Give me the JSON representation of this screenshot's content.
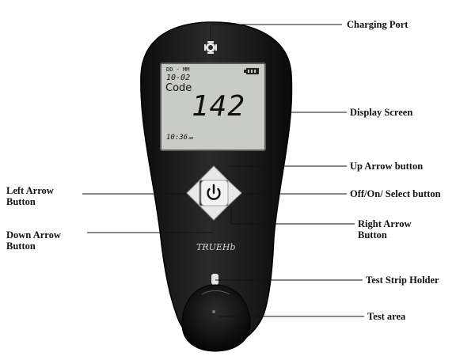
{
  "device": {
    "brand": "TRUEHb",
    "body_color": "#1a1a1a",
    "screen_color": "#c9cbc6",
    "icons": [
      "charging-port-icon",
      "battery-icon",
      "power-icon",
      "up-arrow-icon",
      "down-arrow-icon",
      "left-arrow-icon",
      "right-arrow-icon"
    ]
  },
  "screen": {
    "date_label": "DD - MM",
    "date_value": "10-02",
    "code_label": "Code",
    "reading": "142",
    "time": "10:36",
    "time_suffix": "am"
  },
  "labels": {
    "charging_port": "Charging Port",
    "display_screen": "Display Screen",
    "up_arrow": "Up Arrow button",
    "left_arrow_line1": "Left Arrow",
    "left_arrow_line2": "Button",
    "off_on_select": "Off/On/ Select button",
    "right_arrow_line1": "Right Arrow",
    "right_arrow_line2": "Button",
    "down_arrow_line1": "Down Arrow",
    "down_arrow_line2": "Button",
    "test_strip_holder": "Test Strip Holder",
    "test_area": "Test area"
  }
}
